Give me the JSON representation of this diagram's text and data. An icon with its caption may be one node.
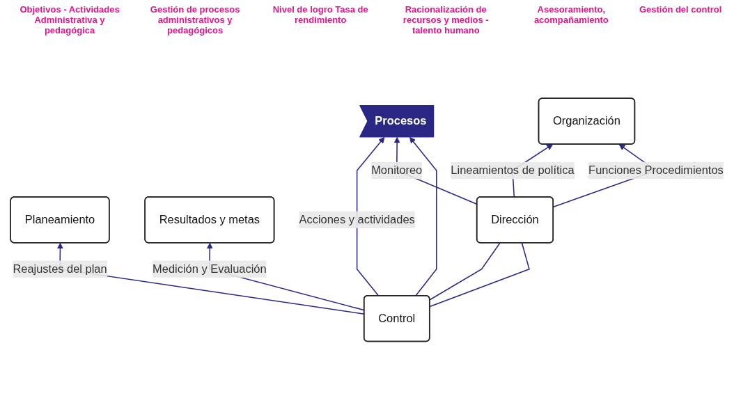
{
  "diagram": {
    "nodes": [
      {
        "text": [
          "Planeamiento"
        ]
      },
      {
        "text": [
          "Procesos"
        ]
      },
      {
        "text": [
          "Resultados y metas"
        ]
      },
      {
        "text": [
          "Organización"
        ]
      },
      {
        "text": [
          "Dirección"
        ]
      },
      {
        "text": [
          "Control"
        ]
      }
    ],
    "edges": [
      {
        "from": 5,
        "to": 0,
        "arrow": "to",
        "label": "Reajustes del plan"
      },
      {
        "from": 5,
        "to": 1,
        "arrow": "to",
        "label": "Acciones y actividades"
      },
      {
        "from": 4,
        "to": 3,
        "arrow": "to",
        "label": "Lineamientos de política"
      },
      {
        "from": 4,
        "to": 3,
        "arrow": "to",
        "label": "Funciones Procedimientos"
      },
      {
        "from": 4,
        "to": 1,
        "arrow": "to",
        "label": "Monitoreo"
      },
      {
        "from": 5,
        "to": 1,
        "arrow": "to"
      },
      {
        "from": 5,
        "to": 2,
        "arrow": "to",
        "label": "Medición y Evaluación"
      },
      {
        "from": 5,
        "to": 4,
        "arrow": "none"
      },
      {
        "from": 5,
        "to": 4,
        "arrow": "none"
      }
    ],
    "labels": [
      "Objetivos - Actividades Administrativa y pedagógica",
      "Gestión de procesos administrativos y pedagógicos",
      "Nivel de logro Tasa de rendimiento",
      "Racionalización de recursos y medios - talento humano",
      "Asesoramiento, acompañamiento",
      "Gestión del control"
    ]
  }
}
